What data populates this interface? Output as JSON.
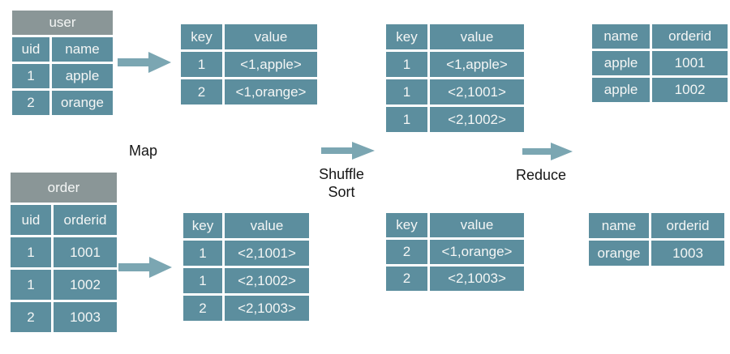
{
  "diagram": {
    "type": "mapreduce-join-flow",
    "labels": {
      "map": "Map",
      "shuffle": "Shuffle",
      "sort": "Sort",
      "reduce": "Reduce"
    },
    "colors": {
      "cell_teal": "#5C8E9E",
      "title_gray": "#8A9697",
      "arrow_teal": "#7BA6B2",
      "cell_text": "#F4F6F5",
      "label_text": "#161616",
      "background": "#FFFFFF"
    },
    "icons": {
      "arrow": "arrow-right-icon"
    },
    "tables": {
      "user": {
        "title": "user",
        "columns": [
          "uid",
          "name"
        ],
        "rows": [
          [
            "1",
            "apple"
          ],
          [
            "2",
            "orange"
          ]
        ]
      },
      "order": {
        "title": "order",
        "columns": [
          "uid",
          "orderid"
        ],
        "rows": [
          [
            "1",
            "1001"
          ],
          [
            "1",
            "1002"
          ],
          [
            "2",
            "1003"
          ]
        ]
      },
      "map_user": {
        "columns": [
          "key",
          "value"
        ],
        "rows": [
          [
            "1",
            "<1,apple>"
          ],
          [
            "2",
            "<1,orange>"
          ]
        ]
      },
      "map_order": {
        "columns": [
          "key",
          "value"
        ],
        "rows": [
          [
            "1",
            "<2,1001>"
          ],
          [
            "1",
            "<2,1002>"
          ],
          [
            "2",
            "<2,1003>"
          ]
        ]
      },
      "shuffle_key1": {
        "columns": [
          "key",
          "value"
        ],
        "rows": [
          [
            "1",
            "<1,apple>"
          ],
          [
            "1",
            "<2,1001>"
          ],
          [
            "1",
            "<2,1002>"
          ]
        ]
      },
      "shuffle_key2": {
        "columns": [
          "key",
          "value"
        ],
        "rows": [
          [
            "2",
            "<1,orange>"
          ],
          [
            "2",
            "<2,1003>"
          ]
        ]
      },
      "reduce_key1": {
        "columns": [
          "name",
          "orderid"
        ],
        "rows": [
          [
            "apple",
            "1001"
          ],
          [
            "apple",
            "1002"
          ]
        ]
      },
      "reduce_key2": {
        "columns": [
          "name",
          "orderid"
        ],
        "rows": [
          [
            "orange",
            "1003"
          ]
        ]
      }
    }
  }
}
